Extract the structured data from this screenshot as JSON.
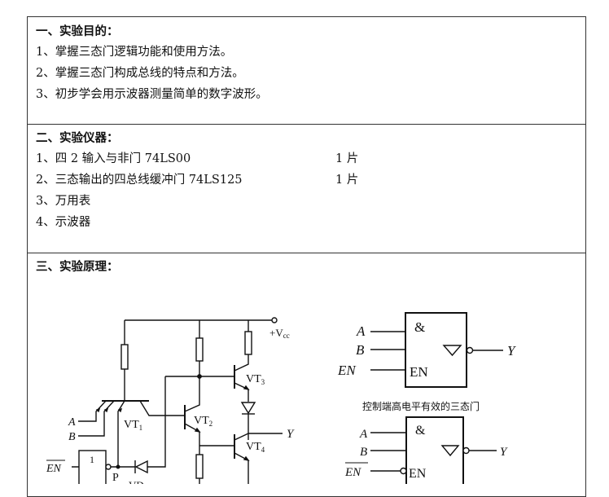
{
  "section1": {
    "heading": "一、实验目的：",
    "items": [
      "1、掌握三态门逻辑功能和使用方法。",
      "2、掌握三态门构成总线的特点和方法。",
      "3、初步学会用示波器测量简单的数字波形。"
    ]
  },
  "section2": {
    "heading": "二、实验仪器：",
    "items": [
      {
        "name": "1、四 2 输入与非门 74LS00",
        "qty": "1 片"
      },
      {
        "name": "2、三态输出的四总线缓冲门 74LS125",
        "qty": "1 片"
      },
      {
        "name": "3、万用表",
        "qty": ""
      },
      {
        "name": "4、示波器",
        "qty": ""
      }
    ]
  },
  "section3": {
    "heading": "三、实验原理：",
    "circuit": {
      "vcc": "+V",
      "vcc_sub": "cc",
      "a": "A",
      "b": "B",
      "en": "EN",
      "y": "Y",
      "p": "P",
      "not": "1",
      "vt1": "VT",
      "vt1_sub": "1",
      "vt2": "VT",
      "vt2_sub": "2",
      "vt3": "VT",
      "vt3_sub": "3",
      "vt4": "VT",
      "vt4_sub": "4",
      "vd": "VD"
    },
    "gate_high": {
      "a": "A",
      "b": "B",
      "en": "EN",
      "amp": "&",
      "en_pin": "EN",
      "y": "Y",
      "caption": "控制端高电平有效的三态门"
    },
    "gate_low": {
      "a": "A",
      "b": "B",
      "en": "EN",
      "amp": "&",
      "en_pin": "EN",
      "y": "Y"
    }
  }
}
